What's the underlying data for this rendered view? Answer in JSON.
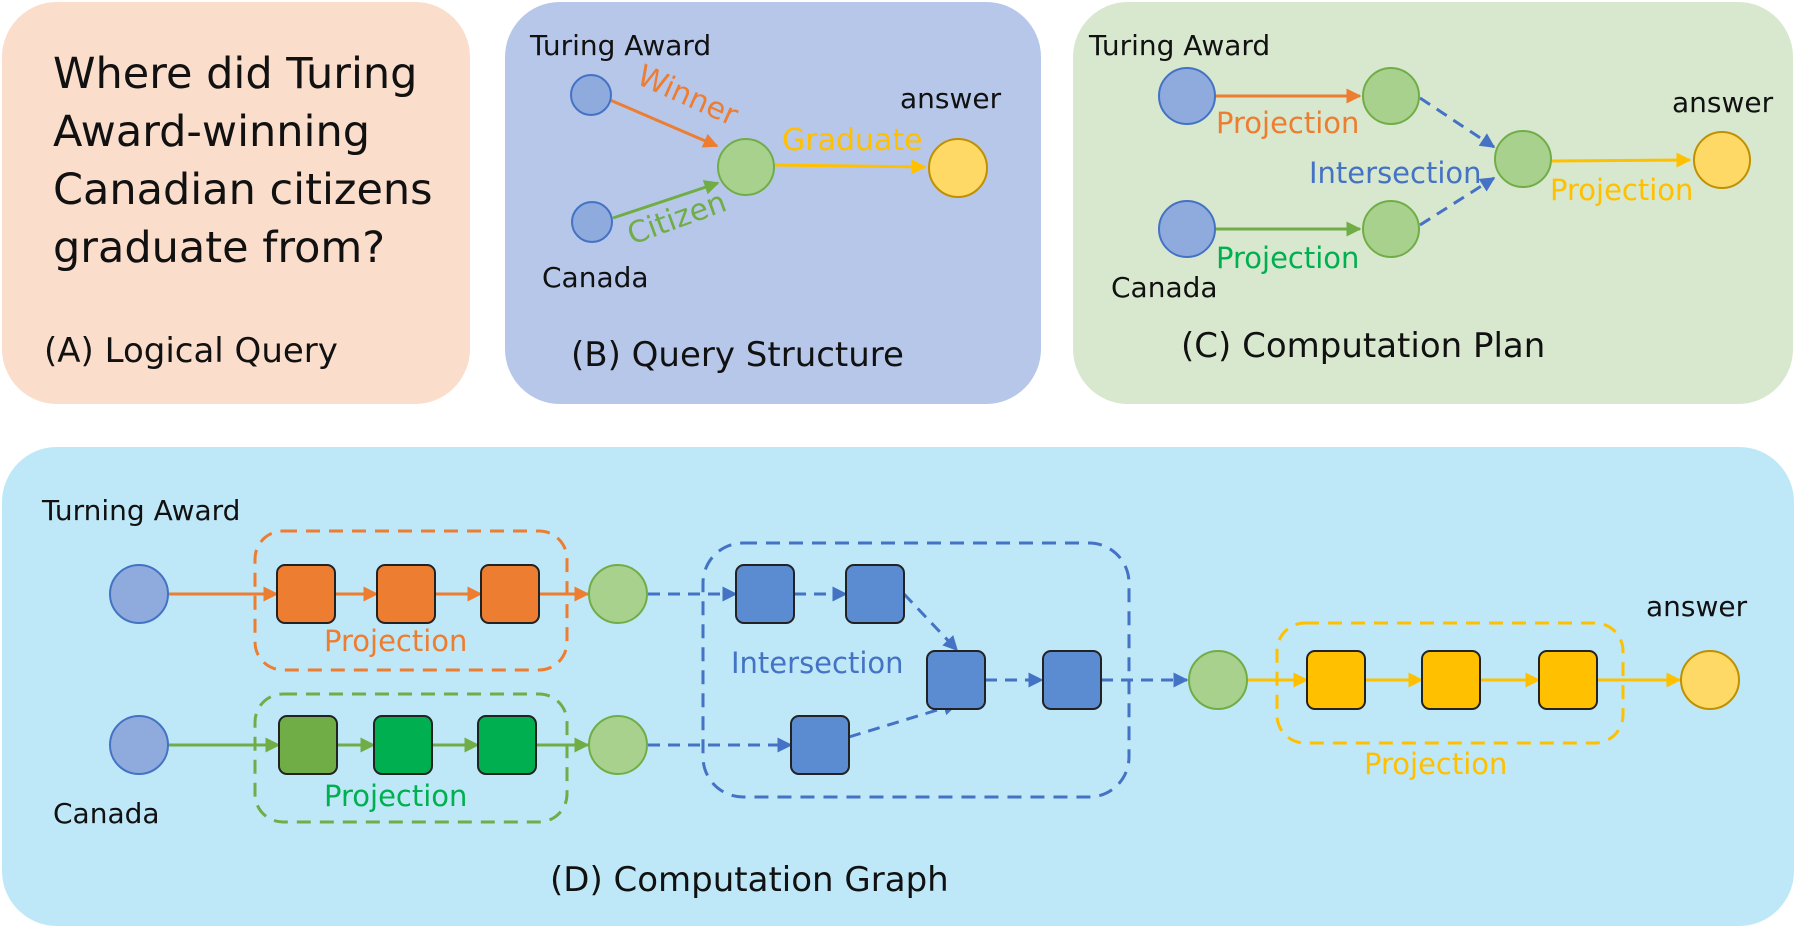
{
  "colors": {
    "panel_a": "#FADDCB",
    "panel_b": "#B7C7EA",
    "panel_c": "#D8E8CE",
    "panel_d": "#BEE8F8",
    "entity_node": "#8FAADC",
    "intermediate_node": "#A9D18E",
    "answer_node": "#FFD966",
    "orange": "#ED7D31",
    "green": "#70AD47",
    "green_dark": "#00B050",
    "blue": "#4472C4",
    "blue_box": "#5B8BD0",
    "yellow": "#FFC000"
  },
  "panel_a": {
    "question_lines": [
      "Where did Turing",
      "Award-winning",
      "Canadian citizens",
      "graduate from?"
    ],
    "caption": "(A) Logical Query"
  },
  "panel_b": {
    "anchor_top": "Turing Award",
    "anchor_bottom": "Canada",
    "answer": "answer",
    "edge_winner": "Winner",
    "edge_citizen": "Citizen",
    "edge_graduate": "Graduate",
    "caption": "(B) Query Structure"
  },
  "panel_c": {
    "anchor_top": "Turing Award",
    "anchor_bottom": "Canada",
    "answer": "answer",
    "proj_top": "Projection",
    "proj_bottom": "Projection",
    "intersection": "Intersection",
    "proj_final": "Projection",
    "caption": "(C) Computation Plan"
  },
  "panel_d": {
    "anchor_top": "Turning Award",
    "anchor_bottom": "Canada",
    "answer": "answer",
    "proj_top": "Projection",
    "proj_bottom": "Projection",
    "intersection": "Intersection",
    "proj_final": "Projection",
    "caption": "(D) Computation Graph"
  }
}
